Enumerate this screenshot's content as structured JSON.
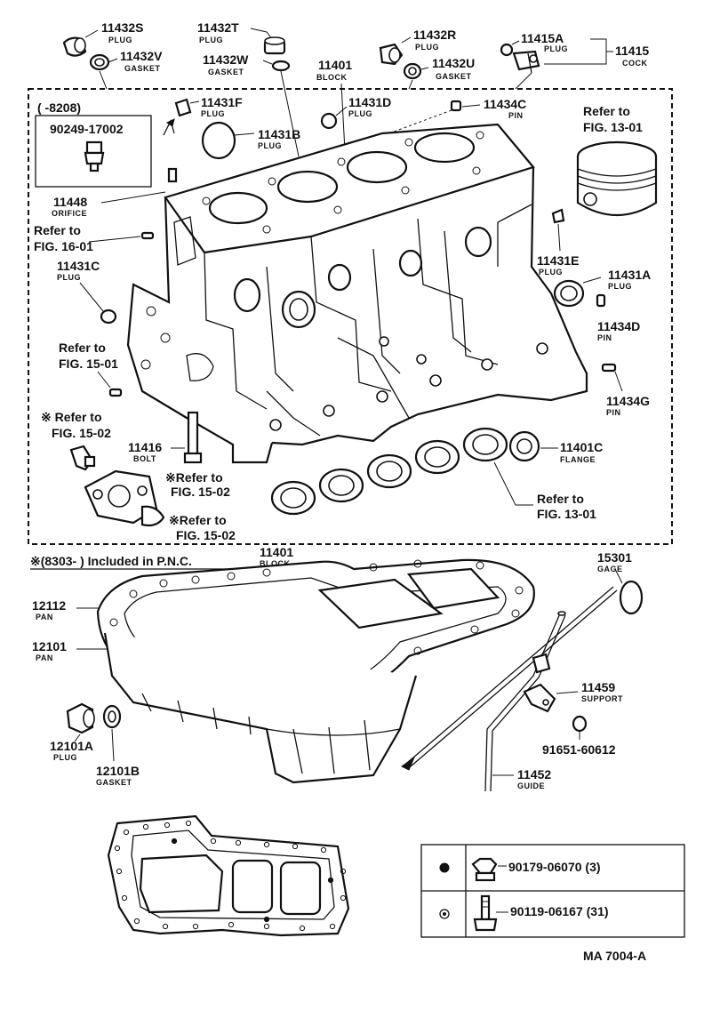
{
  "labels": {
    "p11432s": {
      "number": "11432S",
      "name": "PLUG"
    },
    "p11432v": {
      "number": "11432V",
      "name": "GASKET"
    },
    "p11432t": {
      "number": "11432T",
      "name": "PLUG"
    },
    "p11432w": {
      "number": "11432W",
      "name": "GASKET"
    },
    "p11432r": {
      "number": "11432R",
      "name": "PLUG"
    },
    "p11432u": {
      "number": "11432U",
      "name": "GASKET"
    },
    "p11415a": {
      "number": "11415A",
      "name": "PLUG"
    },
    "p11415": {
      "number": "11415",
      "name": "COCK"
    },
    "p11401": {
      "number": "11401",
      "name": "BLOCK"
    },
    "p11431f": {
      "number": "11431F",
      "name": "PLUG"
    },
    "p11431d": {
      "number": "11431D",
      "name": "PLUG"
    },
    "p11434c": {
      "number": "11434C",
      "name": "PIN"
    },
    "p11431b": {
      "number": "11431B",
      "name": "PLUG"
    },
    "p11448": {
      "number": "11448",
      "name": "ORIFICE"
    },
    "p11431c": {
      "number": "11431C",
      "name": "PLUG"
    },
    "p11431e": {
      "number": "11431E",
      "name": "PLUG"
    },
    "p11431a": {
      "number": "11431A",
      "name": "PLUG"
    },
    "p11434d": {
      "number": "11434D",
      "name": "PIN"
    },
    "p11434g": {
      "number": "11434G",
      "name": "PIN"
    },
    "p11416": {
      "number": "11416",
      "name": "BOLT"
    },
    "p11401c": {
      "number": "11401C",
      "name": "FLANGE"
    },
    "p12112": {
      "number": "12112",
      "name": "PAN"
    },
    "p12101": {
      "number": "12101",
      "name": "PAN"
    },
    "p15301": {
      "number": "15301",
      "name": "GAGE"
    },
    "p11459": {
      "number": "11459",
      "name": "SUPPORT"
    },
    "p12101a": {
      "number": "12101A",
      "name": "PLUG"
    },
    "p12101b": {
      "number": "12101B",
      "name": "GASKET"
    },
    "p11452": {
      "number": "11452",
      "name": "GUIDE"
    },
    "p91651": {
      "number": "91651-60612"
    },
    "pnc_note": {
      "number": "11401",
      "name": "BLOCK"
    }
  },
  "refs": {
    "fig1301a": {
      "line1": "Refer to",
      "line2": "FIG. 13-01"
    },
    "fig1601": {
      "line1": "Refer to",
      "line2": "FIG. 16-01"
    },
    "fig1501": {
      "line1": "Refer to",
      "line2": "FIG. 15-01"
    },
    "fig1502a": {
      "line1": "※ Refer to",
      "line2": "FIG. 15-02"
    },
    "fig1502b": {
      "line1": "※Refer to",
      "line2": "FIG. 15-02"
    },
    "fig1502c": {
      "line1": "※Refer to",
      "line2": "FIG. 15-02"
    },
    "fig1301b": {
      "line1": "Refer to",
      "line2": "FIG. 13-01"
    }
  },
  "inset": {
    "date_range": "(      -8208)",
    "part_number": "90249-17002"
  },
  "pnc_note_text": "※(8303-        ) Included in P.N.C.",
  "legend": [
    {
      "symbol": "filled-dot",
      "part": "90179-06070 (3)"
    },
    {
      "symbol": "open-dot",
      "part": "90119-06167 (31)"
    }
  ],
  "figure_code": "MA 7004-A"
}
